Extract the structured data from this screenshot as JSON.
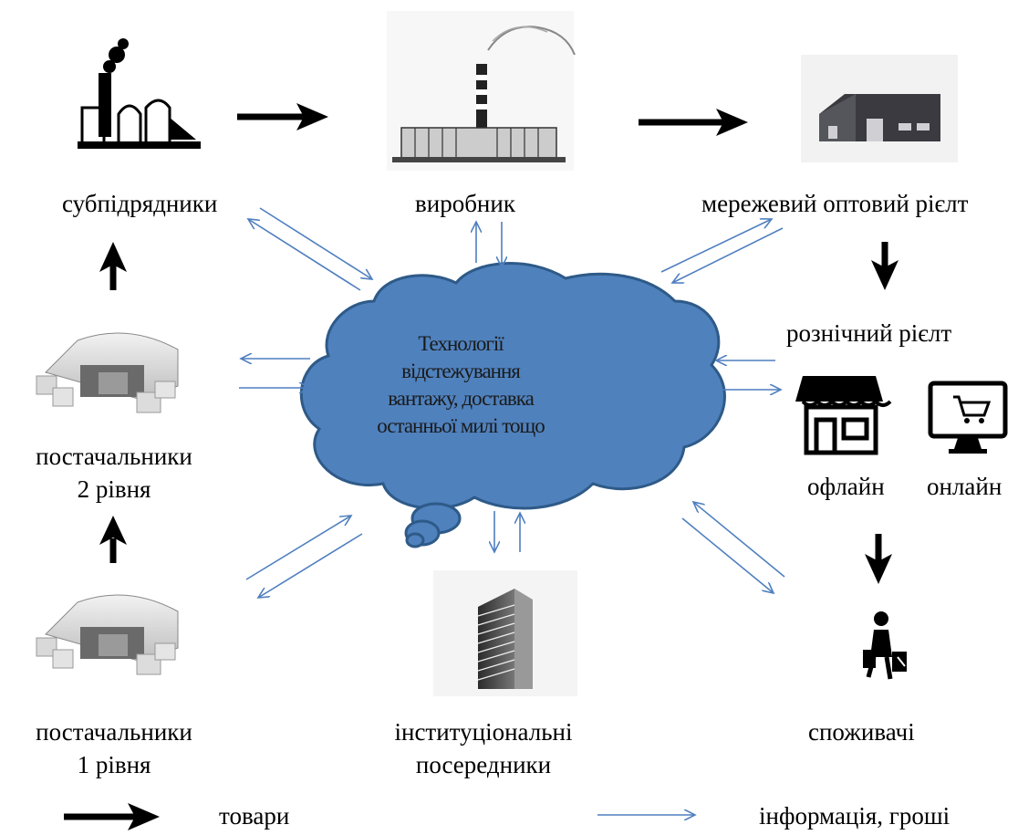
{
  "nodes": {
    "subcontractors": "субпідрядники",
    "manufacturer": "виробник",
    "wholesale": "мережевий оптовий рієлт",
    "retail": "рознічний рієлт",
    "offline": "офлайн",
    "online": "онлайн",
    "consumers": "споживачі",
    "suppliers2_line1": "постачальники",
    "suppliers2_line2": "2 рівня",
    "suppliers1_line1": "постачальники",
    "suppliers1_line2": "1 рівня",
    "intermediaries_line1": "інституціональні",
    "intermediaries_line2": "посередники"
  },
  "cloud": {
    "line1": "Технології",
    "line2": "відстежування",
    "line3": "вантажу, доставка",
    "line4": "останньої милі тощо"
  },
  "legend": {
    "goods": "товари",
    "info_money": "інформація, гроші"
  },
  "colors": {
    "cloud_fill": "#4f81bd",
    "cloud_stroke": "#2e5a88",
    "info_arrow": "#4f7fbf",
    "goods_arrow": "#000000"
  },
  "icons": [
    "factory-icon",
    "power-plant-icon",
    "warehouse-icon",
    "storage-warehouse-icon",
    "shop-icon",
    "online-store-icon",
    "shopper-icon",
    "office-building-icon"
  ]
}
